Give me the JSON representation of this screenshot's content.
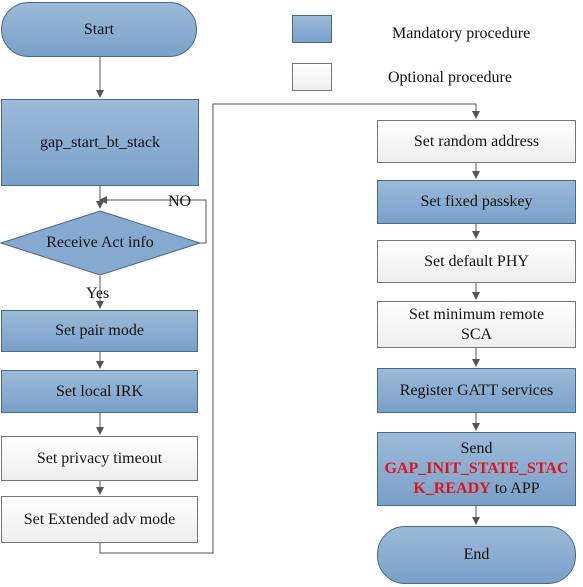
{
  "legend": {
    "mandatory": "Mandatory procedure",
    "optional": "Optional procedure"
  },
  "nodes": {
    "start": "Start",
    "bt_stack": "gap_start_bt_stack",
    "receive_act": "Receive Act info",
    "pair_mode": "Set pair mode",
    "local_irk": "Set local IRK",
    "privacy_timeout": "Set privacy timeout",
    "ext_adv": "Set Extended adv mode",
    "random_addr": "Set random address",
    "fixed_passkey": "Set fixed passkey",
    "default_phy": "Set default PHY",
    "min_sca": "Set minimum remote SCA",
    "gatt": "Register GATT services",
    "send_line1": "Send",
    "send_state": "GAP_INIT_STATE_STACK_READY",
    "send_line3": "to APP",
    "end": "End"
  },
  "edge_labels": {
    "no": "NO",
    "yes": "Yes"
  },
  "colors": {
    "mandatory": "#8eb0d4",
    "optional": "#f4f4f4",
    "highlight": "#e0141b",
    "line": "#555555"
  }
}
